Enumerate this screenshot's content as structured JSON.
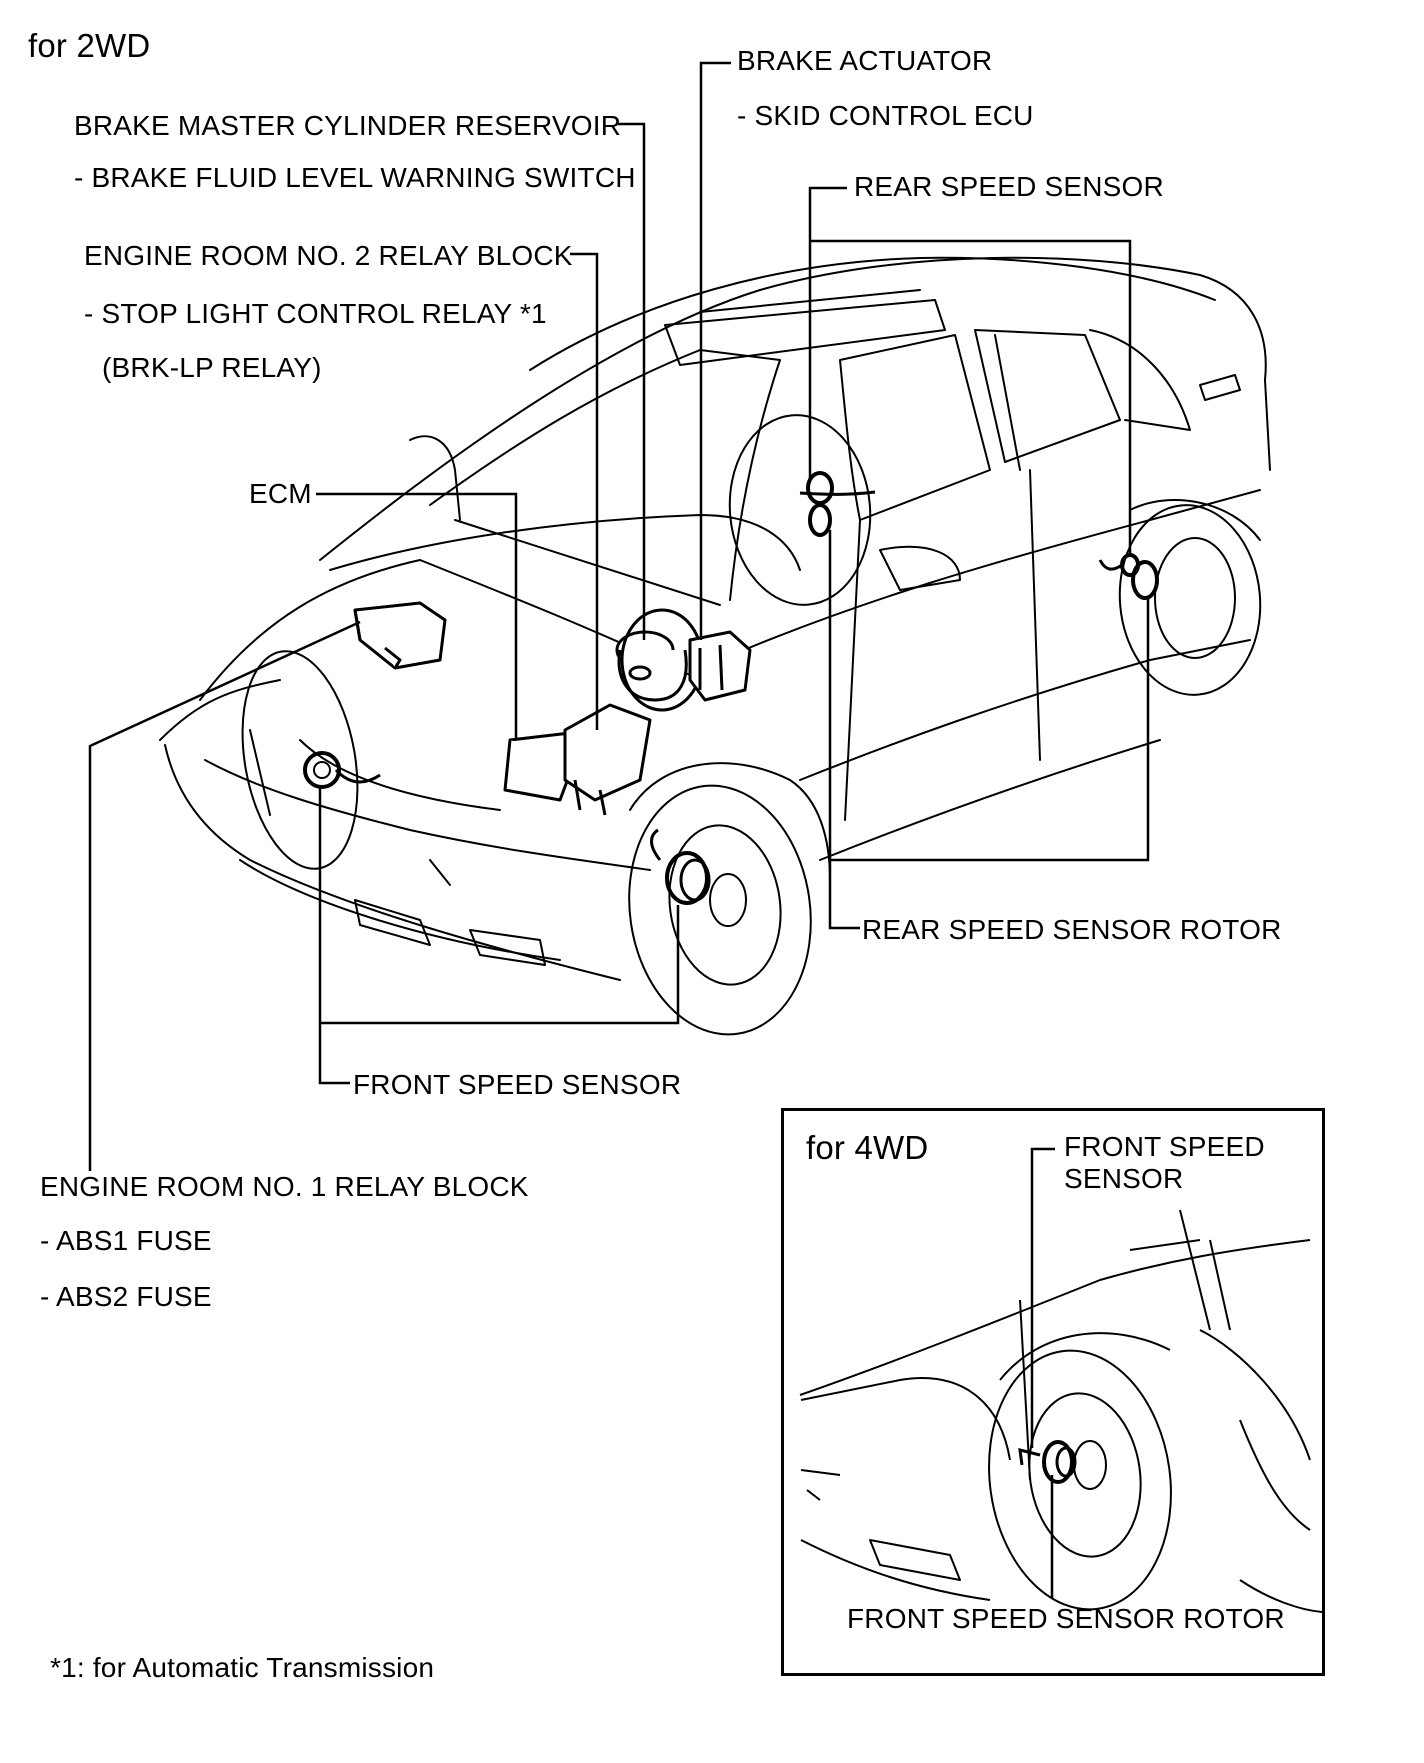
{
  "section_2wd": "for 2WD",
  "section_4wd": "for 4WD",
  "labels": {
    "brake_actuator": "BRAKE ACTUATOR",
    "skid_control_ecu": "- SKID CONTROL ECU",
    "master_cyl_reservoir": "BRAKE MASTER CYLINDER RESERVOIR",
    "fluid_level_switch": "- BRAKE FLUID LEVEL WARNING SWITCH",
    "rear_speed_sensor": "REAR SPEED SENSOR",
    "engine_room_no2": "ENGINE ROOM NO. 2 RELAY BLOCK",
    "stop_light_relay": "- STOP LIGHT CONTROL RELAY *1",
    "brk_lp_relay": "(BRK-LP RELAY)",
    "ecm": "ECM",
    "rear_speed_sensor_rotor": "REAR SPEED SENSOR ROTOR",
    "front_speed_sensor": "FRONT SPEED SENSOR",
    "engine_room_no1": "ENGINE ROOM NO. 1 RELAY BLOCK",
    "abs1_fuse": "- ABS1 FUSE",
    "abs2_fuse": "- ABS2 FUSE",
    "inset_front_speed_sensor_1": "FRONT SPEED",
    "inset_front_speed_sensor_2": "SENSOR",
    "inset_front_speed_sensor_rotor": "FRONT SPEED SENSOR ROTOR"
  },
  "footnote": "*1: for Automatic Transmission"
}
